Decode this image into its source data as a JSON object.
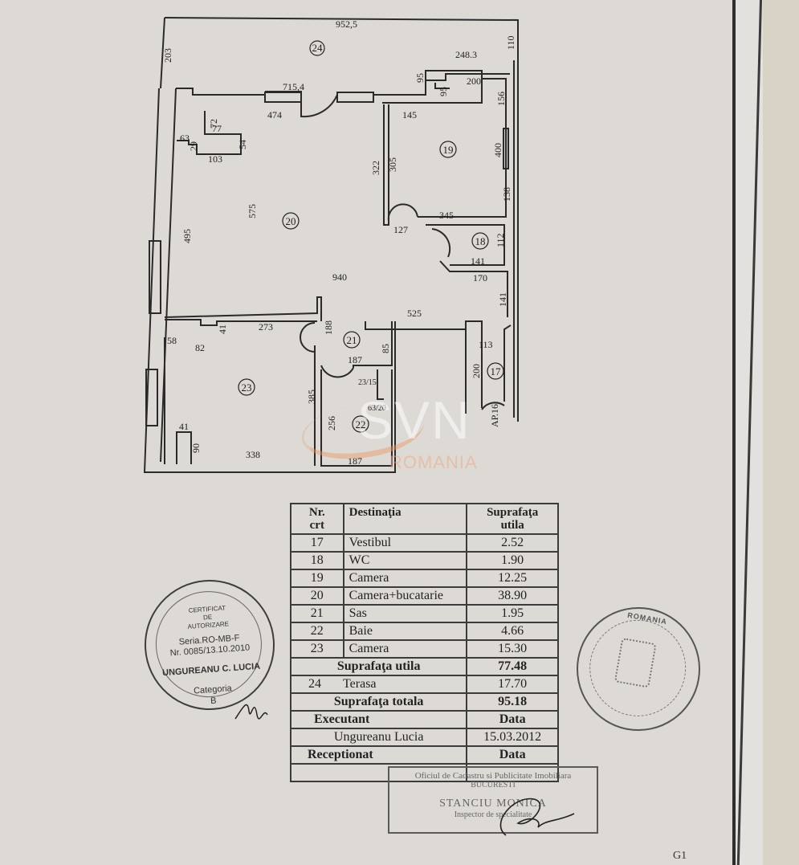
{
  "document": {
    "type": "floor-plan-and-area-table",
    "colors": {
      "paper": "#dddad6",
      "ink": "#1f1f1f",
      "watermark_orange": "#eaa070"
    }
  },
  "floor_plan": {
    "rooms": [
      {
        "id": "24",
        "label": "24"
      },
      {
        "id": "19",
        "label": "19"
      },
      {
        "id": "20",
        "label": "20"
      },
      {
        "id": "18",
        "label": "18"
      },
      {
        "id": "21",
        "label": "21"
      },
      {
        "id": "17",
        "label": "17"
      },
      {
        "id": "23",
        "label": "23"
      },
      {
        "id": "22",
        "label": "22"
      }
    ],
    "dimensions": {
      "d952_5": "952,5",
      "d203": "203",
      "d110": "110",
      "d248_3": "248.3",
      "d95a": "95",
      "d95b": "95",
      "d200": "200",
      "d156": "156",
      "d715_4": "715,4",
      "d474": "474",
      "d145": "145",
      "d72": "72",
      "d77": "77",
      "d63": "63",
      "d29": "29",
      "d54": "54",
      "d103": "103",
      "d322": "322",
      "d305": "305",
      "d400": "400",
      "d138": "138",
      "d575": "575",
      "d495": "495",
      "d345": "345",
      "d127": "127",
      "d112": "112",
      "d141a": "141",
      "d940": "940",
      "d170": "170",
      "d141b": "141",
      "d525": "525",
      "d273": "273",
      "d41a": "41",
      "d58": "58",
      "d82": "82",
      "d188": "188",
      "d85": "85",
      "d187a": "187",
      "d113": "113",
      "d23_15": "23/15",
      "d200b": "200",
      "d385": "385",
      "d63_20": "63/20",
      "d256": "256",
      "d41b": "41",
      "d90": "90",
      "d338": "338",
      "d187b": "187",
      "ap16": "AP.16"
    }
  },
  "watermark": {
    "brand": "SVN",
    "subtitle": "ROMANIA"
  },
  "area_table": {
    "headers": {
      "nr": "Nr. crt",
      "nr_line1": "Nr.",
      "nr_line2": "crt",
      "dest": "Destinaţia",
      "area_line1": "Suprafaţa",
      "area_line2": "utila"
    },
    "rows": [
      {
        "nr": "17",
        "dest": "Vestibul",
        "area": "2.52"
      },
      {
        "nr": "18",
        "dest": "WC",
        "area": "1.90"
      },
      {
        "nr": "19",
        "dest": "Camera",
        "area": "12.25"
      },
      {
        "nr": "20",
        "dest": "Camera+bucatarie",
        "area": "38.90"
      },
      {
        "nr": "21",
        "dest": "Sas",
        "area": "1.95"
      },
      {
        "nr": "22",
        "dest": "Baie",
        "area": "4.66"
      },
      {
        "nr": "23",
        "dest": "Camera",
        "area": "15.30"
      }
    ],
    "usable_total": {
      "label": "Suprafaţa utila",
      "value": "77.48"
    },
    "terrace": {
      "nr": "24",
      "dest": "Terasa",
      "area": "17.70"
    },
    "grand_total": {
      "label": "Suprafaţa totala",
      "value": "95.18"
    },
    "executant": {
      "label": "Executant",
      "date_label": "Data",
      "name": "Ungureanu Lucia",
      "date": "15.03.2012"
    },
    "receptionat": {
      "label": "Receptionat",
      "date_label": "Data"
    }
  },
  "stamps": {
    "left": {
      "title_1": "CERTIFICAT",
      "title_2": "DE",
      "title_3": "AUTORIZARE",
      "series": "Seria.RO-MB-F",
      "number": "Nr. 0085/13.10.2010",
      "name": "UNGUREANU C. LUCIA",
      "category_label": "Categoria",
      "category": "B"
    },
    "right": {
      "text": "ROMANIA"
    },
    "rect": {
      "line1": "Oficiul de Cadastru si Publicitate Imobiliara",
      "line2": "BUCURESTI",
      "line3": "STANCIU MONICA",
      "line4": "Inspector de specialitate"
    }
  },
  "corner_mark": "G1"
}
